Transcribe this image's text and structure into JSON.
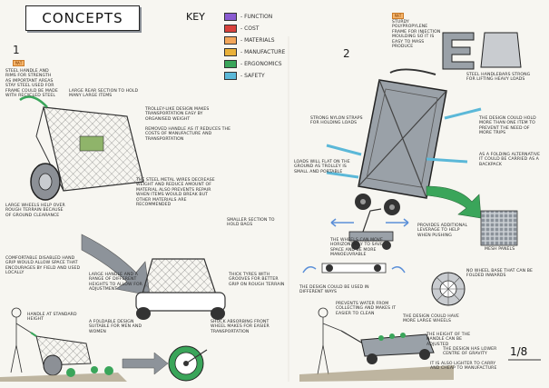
{
  "header": {
    "title": "CONCEPTS",
    "key_title": "KEY"
  },
  "key": [
    {
      "label": "- FUNCTION",
      "color": "#8a5bd1"
    },
    {
      "label": "- COST",
      "color": "#d8413c"
    },
    {
      "label": "- MATERIALS",
      "color": "#f2a65a"
    },
    {
      "label": "- MANUFACTURE",
      "color": "#e9b13a"
    },
    {
      "label": "- ERGONOMICS",
      "color": "#3aa55a"
    },
    {
      "label": "- SAFETY",
      "color": "#5bb8d8"
    }
  ],
  "concept1": {
    "number": "1",
    "tag_mat": "MAT",
    "notes": [
      "STEEL HANDLE AND RIMS FOR STRENGTH AS IMPORTANT AREAS STAY STEEL USED FOR FRAME COULD BE MADE WITH RECYCLED STEEL",
      "LARGE REAR SECTION TO HOLD MANY LARGE ITEMS",
      "TROLLEY-LIKE DESIGN MAKES TRANSPORTATION EASY BY ORGANISED WEIGHT",
      "REMOVED HANDLE AS IT REDUCES THE COSTS OF MANUFACTURE AND TRANSPORTATION",
      "LARGE WHEELS HELP OVER ROUGH TERRAIN BECAUSE OF GROUND CLEARANCE",
      "THE STEEL METAL WIRES DECREASE WEIGHT AND REDUCE AMOUNT OF MATERIAL ALSO PREVENTS REPAIR WHEN ITEMS WOULD BREAK BUT OTHER MATERIALS ARE RECOMMENDED",
      "SMALLER SECTION TO HOLD BAGS",
      "COMFORTABLE DISABLED HAND GRIP WOULD ALLOW SPACE THAT ENCOURAGES BY FIELD AND USED LOCALLY",
      "LARGE HANDLE AND A RANGE OF DIFFERENT HEIGHTS TO ALLOW FOR ADJUSTMENT",
      "HANDLE AT STANDARD HEIGHT",
      "A FOLDABLE DESIGN SUITABLE FOR MEN AND WOMEN",
      "THICK TYRES WITH GROOVES FOR BETTER GRIP ON ROUGH TERRAIN",
      "SHOCK ABSORBING FRONT WHEEL MAKES FOR EASIER TRANSPORTATION"
    ]
  },
  "concept2": {
    "number": "2",
    "tag_mat": "MAT",
    "notes": [
      "STURDY POLYPROPYLENE FRAME FOR INJECTION MOULDING SO IT IS EASY TO MASS PRODUCE",
      "STEEL HANDLEBARS STRONG FOR LIFTING HEAVY LOADS",
      "STRONG NYLON STRAPS FOR HOLDING LOADS",
      "LOADS WILL FLAT ON THE GROUND AS TROLLEY IS SMALL AND PORTABLE",
      "THE DESIGN COULD HOLD MORE THAN ONE ITEM TO PREVENT THE NEED OF MORE TRIPS",
      "AS A FOLDING ALTERNATIVE IT COULD BE CARRIED AS A BACKPACK",
      "THE WHEELS CAN MOVE HORIZONTALLY TO SAVE SPACE AND BE MORE MANOEUVRABLE",
      "PROVIDES ADDITIONAL LEVERAGE TO HELP WHEN PUSHING",
      "MESH PANELS",
      "THE DESIGN COULD BE USED IN DIFFERENT WAYS",
      "PREVENTS WATER FROM COLLECTING AND MAKES IT EASIER TO CLEAN",
      "NO WHEEL BASE THAT CAN BE FOLDED INWARDS",
      "THE DESIGN COULD HAVE MORE LARGE WHEELS",
      "THE HEIGHT OF THE HANDLE CAN BE ADJUSTED",
      "THE DESIGN HAS LOWER CENTRE OF GRAVITY",
      "IT IS ALSO LIGHTER TO CARRY AND CHEAP TO MANUFACTURE"
    ]
  },
  "page_number": "1/8"
}
